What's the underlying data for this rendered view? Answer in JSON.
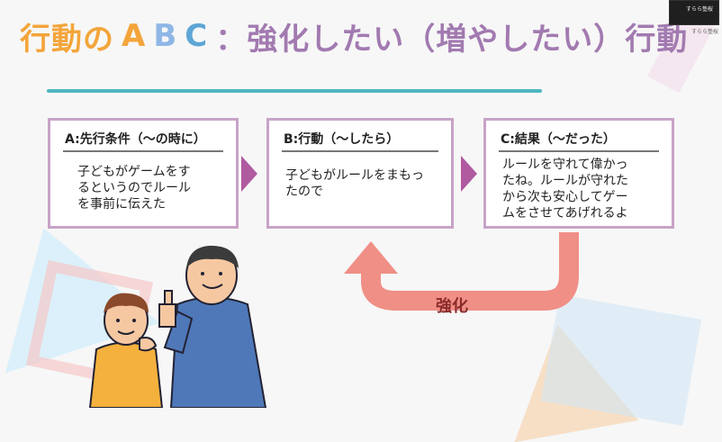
{
  "title": {
    "part1": "行動の",
    "abc_a": "A",
    "abc_b": "B",
    "abc_c": "C",
    "part2": "：強化したい（増やしたい）行動"
  },
  "panels": [
    {
      "header": "A:先行条件（〜の時に）",
      "body": "子どもがゲームをす\nるというのでルール\nを事前に伝えた"
    },
    {
      "header": "B:行動（〜したら）",
      "body": "子どもがルールをまもっ\nたので"
    },
    {
      "header": "C:結果（〜だった）",
      "body": "ルールを守れて偉かっ\nたね。ルールが守れた\nから次も安心してゲー\nムをさせてあげれるよ"
    }
  ],
  "reinforcement": {
    "label": "強化"
  },
  "video": {
    "name": "すらら塾桜",
    "sub": "すらら塾桜"
  },
  "colors": {
    "title_orange": "#f3a53b",
    "title_purple": "#a27ab0",
    "accent_teal": "#4fb6c0",
    "panel_border": "#c8a3c7",
    "arrow_purple": "#b05aa0",
    "reinforce_pink": "#f08f86"
  }
}
